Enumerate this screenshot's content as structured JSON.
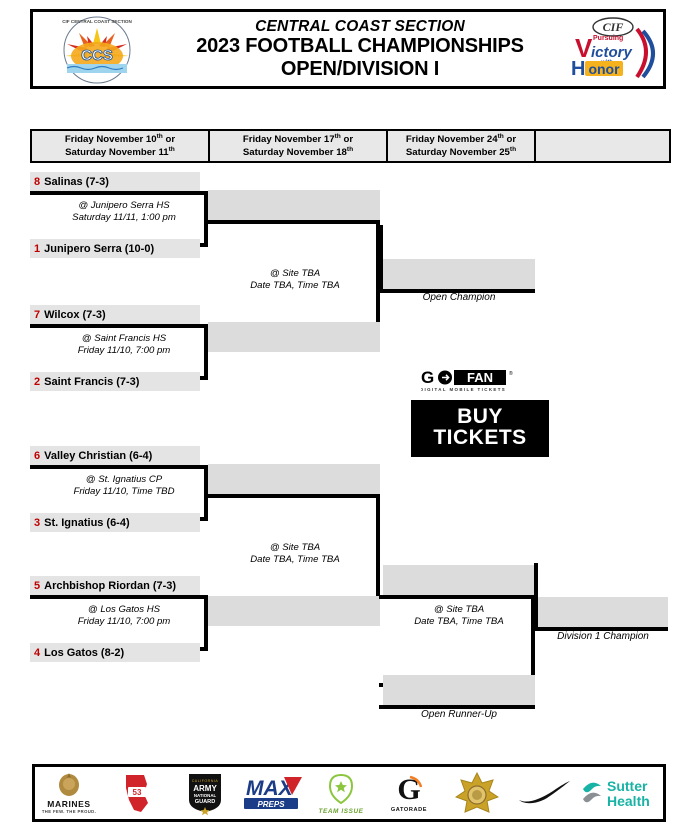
{
  "header": {
    "line1": "CENTRAL COAST SECTION",
    "line2": "2023 FOOTBALL CHAMPIONSHIPS",
    "line3": "OPEN/DIVISION I",
    "logo_left_name": "ccs-logo",
    "logo_left_text": "CIF CENTRAL COAST SECTION",
    "logo_left_mark": "CCS",
    "logo_right_name": "cif-victory-with-honor-logo",
    "logo_right_lines": [
      "CIF",
      "Pursuing",
      "Victory",
      "with",
      "Honor"
    ]
  },
  "date_header": {
    "columns": [
      {
        "line1_pre": "Friday November 10",
        "line1_sup": "th",
        "line1_post": " or",
        "line2_pre": "Saturday November 11",
        "line2_sup": "th",
        "line2_post": ""
      },
      {
        "line1_pre": "Friday November 17",
        "line1_sup": "th",
        "line1_post": " or",
        "line2_pre": "Saturday November 18",
        "line2_sup": "th",
        "line2_post": ""
      },
      {
        "line1_pre": "Friday November 24",
        "line1_sup": "th",
        "line1_post": " or",
        "line2_pre": "Saturday November 25",
        "line2_sup": "th",
        "line2_post": ""
      },
      {
        "line1_pre": "",
        "line1_sup": "",
        "line1_post": "",
        "line2_pre": "",
        "line2_sup": "",
        "line2_post": ""
      }
    ]
  },
  "round1": {
    "games": [
      {
        "top": {
          "seed": "8",
          "name": "Salinas",
          "record": "(7-3)"
        },
        "bottom": {
          "seed": "1",
          "name": "Junipero Serra",
          "record": "(10-0)"
        },
        "site": "@ Junipero Serra HS",
        "datetime": "Saturday 11/11, 1:00 pm"
      },
      {
        "top": {
          "seed": "7",
          "name": "Wilcox",
          "record": "(7-3)"
        },
        "bottom": {
          "seed": "2",
          "name": "Saint Francis",
          "record": "(7-3)"
        },
        "site": "@ Saint Francis HS",
        "datetime": "Friday 11/10, 7:00 pm"
      },
      {
        "top": {
          "seed": "6",
          "name": "Valley Christian",
          "record": "(6-4)"
        },
        "bottom": {
          "seed": "3",
          "name": "St. Ignatius",
          "record": "(6-4)"
        },
        "site": "@ St. Ignatius CP",
        "datetime": "Friday 11/10, Time TBD"
      },
      {
        "top": {
          "seed": "5",
          "name": "Archbishop Riordan",
          "record": "(7-3)"
        },
        "bottom": {
          "seed": "4",
          "name": "Los Gatos",
          "record": "(8-2)"
        },
        "site": "@ Los Gatos HS",
        "datetime": "Friday 11/10, 7:00 pm"
      }
    ]
  },
  "round2": {
    "games": [
      {
        "site": "@ Site TBA",
        "datetime": "Date TBA, Time TBA"
      },
      {
        "site": "@ Site TBA",
        "datetime": "Date TBA, Time TBA"
      }
    ]
  },
  "round3": {
    "games": [
      {
        "site": "@ Site TBA",
        "datetime": "Date TBA, Time TBA"
      }
    ]
  },
  "outcomes": {
    "open_champion": "Open Champion",
    "division1_champion": "Division 1 Champion",
    "open_runner_up": "Open Runner-Up"
  },
  "tickets": {
    "brand": "GOFAN",
    "brand_tagline": "DIGITAL MOBILE TICKETS",
    "button_line1": "BUY",
    "button_line2": "TICKETS"
  },
  "sponsors": {
    "items": [
      {
        "name": "marines-logo",
        "label": "MARINES",
        "sublabel": "THE FEW. THE PROUD."
      },
      {
        "name": "california-53-logo",
        "label": "53",
        "sublabel": ""
      },
      {
        "name": "army-national-guard-logo",
        "label": "ARMY",
        "sublabel": "NATIONAL GUARD"
      },
      {
        "name": "maxpreps-logo",
        "label": "MAX",
        "sublabel": "PREPS"
      },
      {
        "name": "team-issue-logo",
        "label": "TEAM ISSUE",
        "sublabel": ""
      },
      {
        "name": "gatorade-logo",
        "label": "G",
        "sublabel": "GATORADE"
      },
      {
        "name": "chp-badge-logo",
        "label": "",
        "sublabel": ""
      },
      {
        "name": "nike-logo",
        "label": "",
        "sublabel": ""
      },
      {
        "name": "sutter-health-logo",
        "label": "Sutter",
        "sublabel": "Health"
      }
    ]
  },
  "colors": {
    "seed_red": "#c00000",
    "slot_gray": "#e4e4e4",
    "empty_slot_gray": "#dcdcdc",
    "line_black": "#000000",
    "sutter_teal": "#19b3a6"
  }
}
